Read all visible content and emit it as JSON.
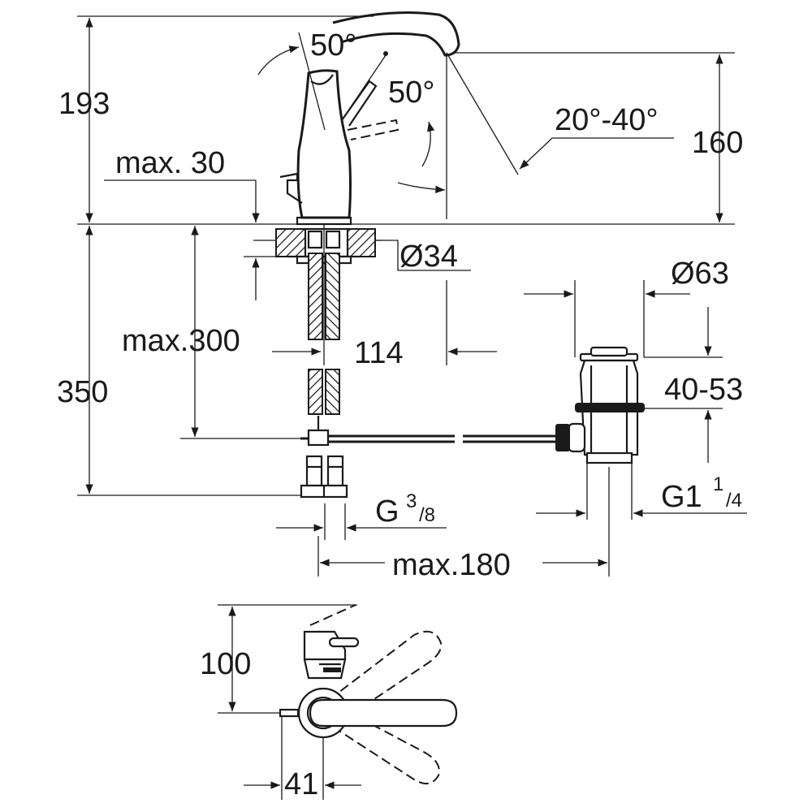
{
  "drawing": {
    "labels": {
      "h193": "193",
      "ang50a": "50°",
      "ang50b": "50°",
      "ang2040": "20°-40°",
      "h160": "160",
      "max30": "max. 30",
      "d34": "Ø34",
      "d63": "Ø63",
      "max300": "max.300",
      "w114": "114",
      "h350": "350",
      "r4053": "40-53",
      "g38_main": "G",
      "g38_num": "3",
      "g38_den": "/8",
      "g114_main": "G1",
      "g114_num": "1",
      "g114_den": "/4",
      "max180": "max.180",
      "h100": "100",
      "w41": "41"
    }
  }
}
